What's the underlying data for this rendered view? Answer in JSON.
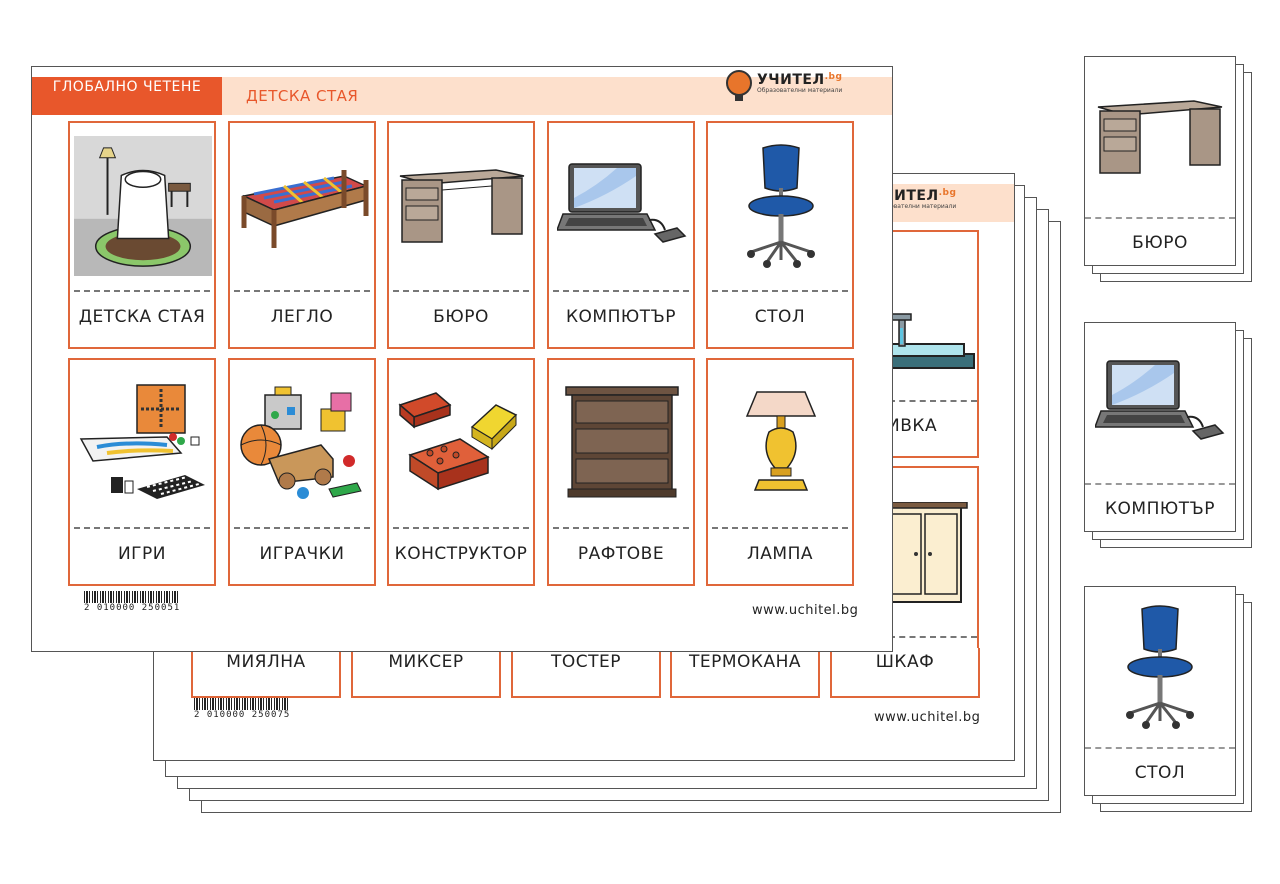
{
  "front_sheet": {
    "header_category": "ГЛОБАЛНО ЧЕТЕНЕ",
    "header_title": "ДЕТСКА СТАЯ",
    "logo": {
      "name": "УЧИТЕЛ",
      "tld": ".bg",
      "subtitle": "Образователни материали"
    },
    "cards": [
      {
        "label": "ДЕТСКА СТАЯ",
        "icon": "kids-room-icon"
      },
      {
        "label": "ЛЕГЛО",
        "icon": "bed-icon"
      },
      {
        "label": "БЮРО",
        "icon": "desk-icon"
      },
      {
        "label": "КОМПЮТЪР",
        "icon": "laptop-icon"
      },
      {
        "label": "СТОЛ",
        "icon": "office-chair-icon"
      },
      {
        "label": "ИГРИ",
        "icon": "board-games-icon"
      },
      {
        "label": "ИГРАЧКИ",
        "icon": "toys-icon"
      },
      {
        "label": "КОНСТРУКТОР",
        "icon": "building-blocks-icon"
      },
      {
        "label": "РАФТОВЕ",
        "icon": "shelves-icon"
      },
      {
        "label": "ЛАМПА",
        "icon": "lamp-icon"
      }
    ],
    "barcode": "2 010000 250051",
    "website": "www.uchitel.bg"
  },
  "back_sheet": {
    "logo": {
      "name": "УЧИТЕЛ",
      "tld": ".bg",
      "subtitle": "Образователни материали"
    },
    "partial_labels": [
      "ИВКА"
    ],
    "bottom_labels": [
      "МИЯЛНА",
      "МИКСЕР",
      "ТОСТЕР",
      "ТЕРМОКАНА",
      "ШКАФ"
    ],
    "barcode": "2 010000 250075",
    "website": "www.uchitel.bg"
  },
  "side_cards": [
    {
      "label": "БЮРО",
      "icon": "desk-icon"
    },
    {
      "label": "КОМПЮТЪР",
      "icon": "laptop-icon"
    },
    {
      "label": "СТОЛ",
      "icon": "office-chair-icon"
    }
  ],
  "colors": {
    "accent": "#e8572b",
    "header_band": "#fde0cc",
    "card_border": "#e0673a"
  }
}
